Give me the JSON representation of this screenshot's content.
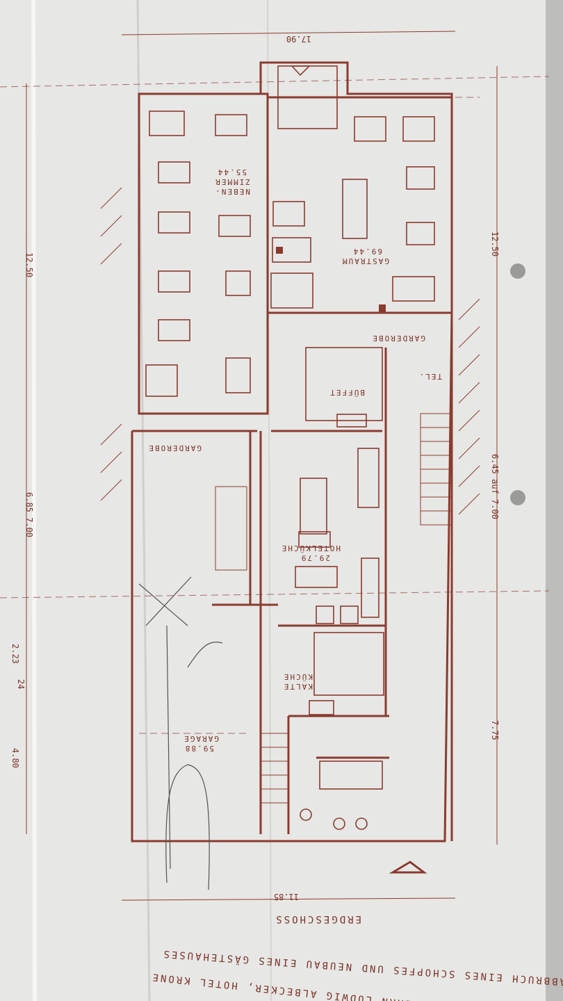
{
  "sheet": {
    "paper_color": "#e6e6e4",
    "ink_color": "#8a3b2f",
    "title_lines": [
      "ZUM BAUGESUCH DES HERRN LUDWIG ALBECKER, HOTEL KRONE",
      "ABBRUCH EINES SCHOPFES UND NEUBAU EINES GÄSTEHAUSES"
    ],
    "floor_label": "ERDGESCHOSS"
  },
  "rooms": {
    "nebenzimmer": {
      "name": "NEBEN-",
      "name2": "ZIMMER",
      "area": "55.44"
    },
    "gastraum": {
      "name": "GASTRAUM",
      "area": "69.44"
    },
    "garderobe_right": "GARDEROBE",
    "garderobe_left": "GARDEROBE",
    "tel": "TEL.",
    "bueffet": "BÜFFET",
    "hotelkueche": {
      "name": "HOTELKÜCHE",
      "area": "29.79"
    },
    "kalte_kueche": {
      "name": "KALTE",
      "name2": "KÜCHE"
    },
    "garage": {
      "name": "GARAGE",
      "area": "59.88"
    }
  },
  "dimensions": {
    "top_width": "17.90",
    "bottom_width": "11.85",
    "right_upper": "12.50",
    "right_middle": "6.45 auf 7.00",
    "right_lower": "7.75",
    "left_upper": "12.50",
    "left_middle": "6.85 7.00",
    "left_a": "2.23",
    "left_b": "4.80",
    "left_tick": "24"
  }
}
